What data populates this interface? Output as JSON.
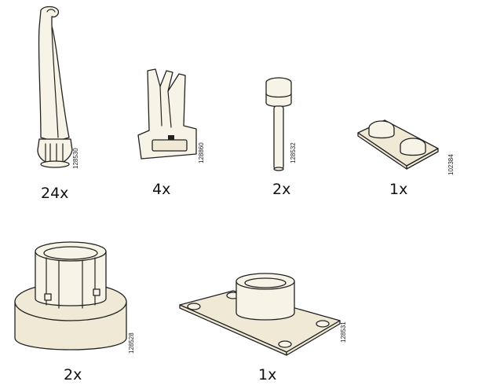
{
  "parts": [
    {
      "id": "dowel-clip",
      "code": "128530",
      "qty": "24x"
    },
    {
      "id": "bracket-clip",
      "code": "128860",
      "qty": "4x"
    },
    {
      "id": "pin",
      "code": "128532",
      "qty": "2x"
    },
    {
      "id": "bumper-pads",
      "code": "102384",
      "qty": "1x"
    },
    {
      "id": "round-base",
      "code": "128528",
      "qty": "2x"
    },
    {
      "id": "square-mount",
      "code": "128531",
      "qty": "1x"
    }
  ]
}
